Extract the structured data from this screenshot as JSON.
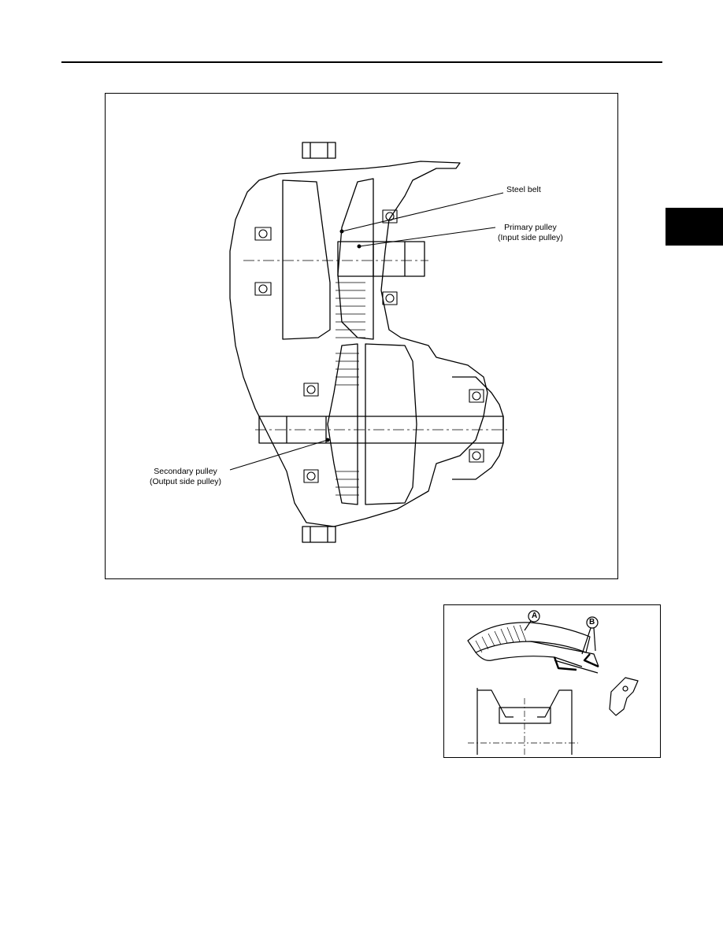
{
  "main_figure": {
    "labels": {
      "steel_belt": "Steel belt",
      "primary_pulley_line1": "Primary pulley",
      "primary_pulley_line2": "(Input side pulley)",
      "secondary_pulley_line1": "Secondary pulley",
      "secondary_pulley_line2": "(Output side pulley)"
    }
  },
  "inset_figure": {
    "callouts": {
      "a": "A",
      "b": "B"
    }
  }
}
